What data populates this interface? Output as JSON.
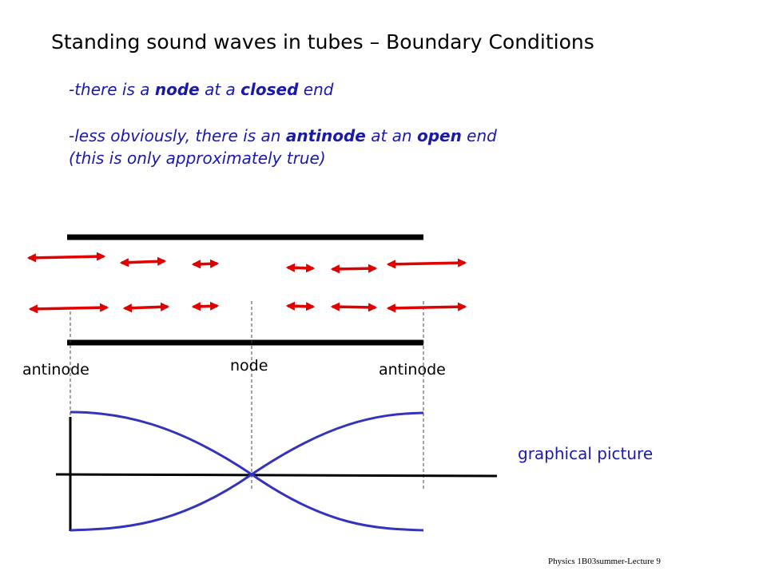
{
  "slide": {
    "title": "Standing sound waves in tubes – Boundary Conditions",
    "bullet1": {
      "prefix": "-there is a ",
      "em1": "node",
      "mid": " at a ",
      "em2": "closed",
      "suffix": " end"
    },
    "bullet2": {
      "prefix": "-less obviously, there is an ",
      "em1": "antinode",
      "mid": " at an ",
      "em2": "open",
      "suffix": " end"
    },
    "bullet2_note": "(this is only approximately true)",
    "labels": {
      "antinode_left": "antinode",
      "node": "node",
      "antinode_right": "antinode"
    },
    "graph_caption": "graphical picture",
    "footer": "Physics 1B03summer-Lecture 9"
  },
  "colors": {
    "bullet_text": "#1a1aa8",
    "arrow": "#e00000",
    "curve": "#3333bb",
    "tube_wall": "#000000"
  },
  "figure": {
    "arrow_rows": 2,
    "arrows_per_row": 6,
    "displacement_pattern": "large at open ends, zero at center node"
  }
}
